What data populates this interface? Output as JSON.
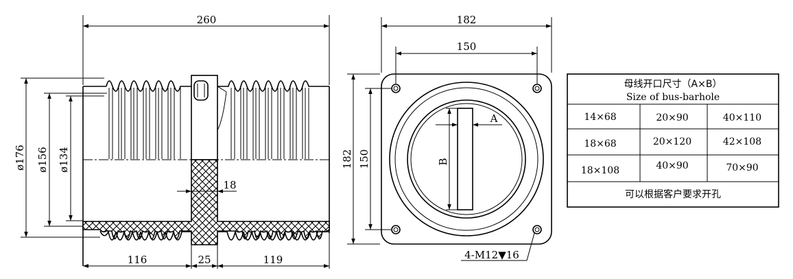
{
  "side_view": {
    "overall_length": "260",
    "dia_outer": "ø176",
    "dia_mid": "ø156",
    "dia_inner": "ø134",
    "rib_thickness": "18",
    "left_length": "116",
    "center_width": "25",
    "right_length": "119"
  },
  "front_view": {
    "width_outer": "182",
    "width_holes": "150",
    "height_outer": "182",
    "height_holes": "150",
    "slot_a": "A",
    "slot_b": "B",
    "hole_note": "4-M12▼16"
  },
  "table": {
    "title_cn": "母线开口尺寸（A×B）",
    "title_en": "Size of bus-barhole",
    "rows": [
      [
        "14×68",
        "20×90",
        "40×110"
      ],
      [
        "18×68",
        "20×120",
        "42×108"
      ],
      [
        "18×108",
        "40×90",
        "70×90"
      ]
    ],
    "footer": "可以根据客户要求开孔"
  }
}
